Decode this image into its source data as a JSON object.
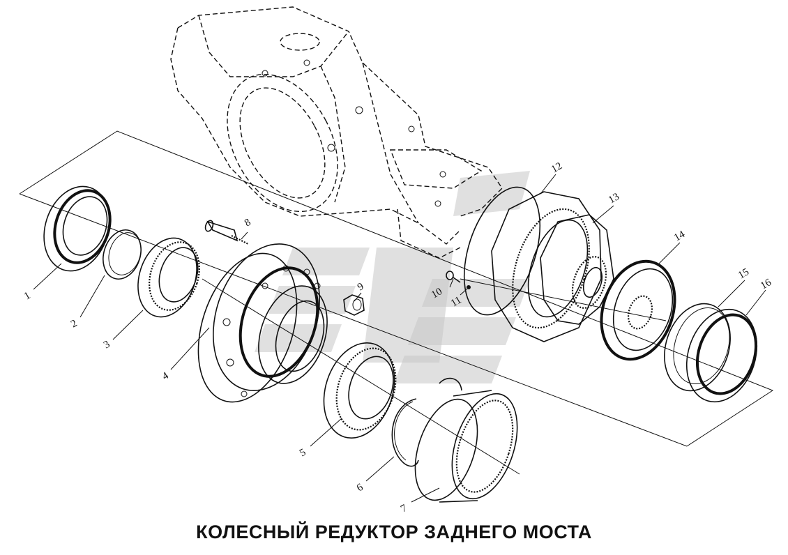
{
  "title": "КОЛЕСНЫЙ РЕДУКТОР ЗАДНЕГО МОСТА",
  "callouts": [
    {
      "id": "c1",
      "label": "1"
    },
    {
      "id": "c2",
      "label": "2"
    },
    {
      "id": "c3",
      "label": "3"
    },
    {
      "id": "c4",
      "label": "4"
    },
    {
      "id": "c5",
      "label": "5"
    },
    {
      "id": "c6",
      "label": "6"
    },
    {
      "id": "c7",
      "label": "7"
    },
    {
      "id": "c8",
      "label": "8"
    },
    {
      "id": "c9",
      "label": "9"
    },
    {
      "id": "c10",
      "label": "10"
    },
    {
      "id": "c11",
      "label": "11"
    },
    {
      "id": "c12",
      "label": "12"
    },
    {
      "id": "c13",
      "label": "13"
    },
    {
      "id": "c14",
      "label": "14"
    },
    {
      "id": "c15",
      "label": "15"
    },
    {
      "id": "c16",
      "label": "16"
    }
  ],
  "colors": {
    "line": "#111111",
    "watermark": "#c6c6c6",
    "background": "#ffffff"
  },
  "parts": [
    {
      "name": "axle-housing",
      "icon": "axle-housing-dashed"
    },
    {
      "name": "oil-seal",
      "icon": "seal-ring"
    },
    {
      "name": "bearing",
      "icon": "roller-bearing"
    },
    {
      "name": "wheel-hub",
      "icon": "hub"
    },
    {
      "name": "ring-gear",
      "icon": "internal-gear"
    }
  ]
}
